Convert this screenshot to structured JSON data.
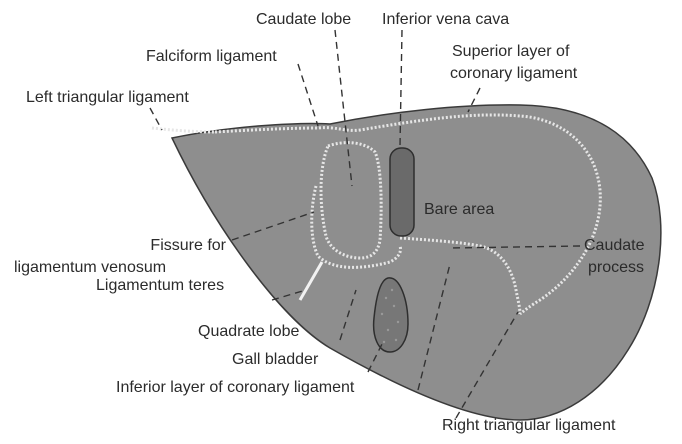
{
  "labels": {
    "caudate_lobe": "Caudate lobe",
    "inferior_vena_cava": "Inferior vena cava",
    "falciform_ligament": "Falciform ligament",
    "superior_coronary_1": "Superior layer of",
    "superior_coronary_2": "coronary ligament",
    "left_triangular": "Left triangular ligament",
    "bare_area": "Bare area",
    "fissure_1": "Fissure for",
    "fissure_2": "ligamentum venosum",
    "caudate_process_1": "Caudate",
    "caudate_process_2": "process",
    "ligamentum_teres": "Ligamentum teres",
    "quadrate_lobe": "Quadrate lobe",
    "gall_bladder": "Gall bladder",
    "inferior_coronary": "Inferior layer of coronary ligament",
    "right_triangular": "Right triangular ligament"
  },
  "colors": {
    "liver": "#8e8e8e",
    "ivc": "#6a6a6a",
    "gall_bladder": "#777777",
    "ligament_line": "#e6e6e6",
    "leader": "#333333",
    "text": "#2b2b2b"
  }
}
